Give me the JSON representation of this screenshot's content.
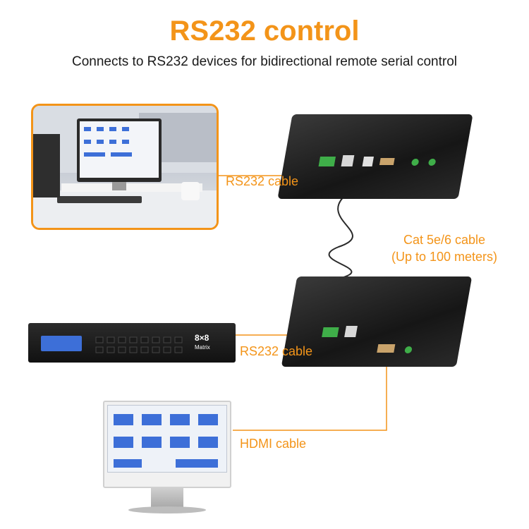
{
  "header": {
    "title": "RS232 control",
    "subtitle": "Connects to RS232 devices for bidirectional remote serial control"
  },
  "labels": {
    "rs232_top": "RS232 cable",
    "cat_line1": "Cat 5e/6 cable",
    "cat_line2": "(Up to 100 meters)",
    "rs232_mid": "RS232 cable",
    "hdmi": "HDMI cable"
  },
  "devices": {
    "matrix_size": "8×8",
    "matrix_word": "Matrix"
  },
  "colors": {
    "accent": "#f39419",
    "text": "#1a1a1a",
    "device": "#1c1c1c",
    "screen_blue": "#3d6fd8"
  }
}
